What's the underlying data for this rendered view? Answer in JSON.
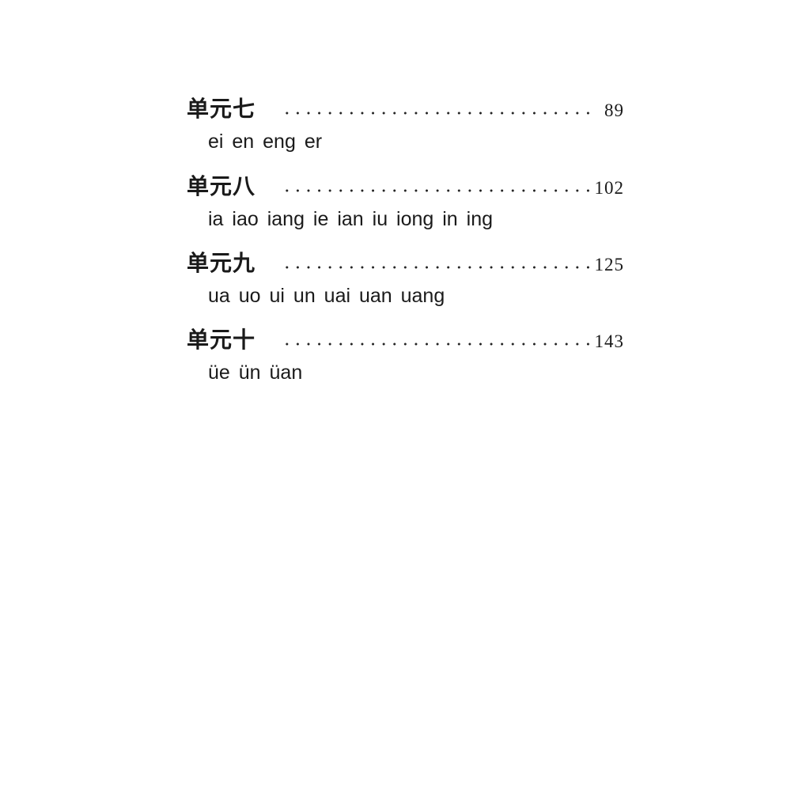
{
  "toc": [
    {
      "title": "单元七",
      "page": "89",
      "sounds": "ei en eng er"
    },
    {
      "title": "单元八",
      "page": "102",
      "sounds": "ia iao iang ie ian iu iong in ing"
    },
    {
      "title": "单元九",
      "page": "125",
      "sounds": "ua uo ui un uai uan uang"
    },
    {
      "title": "单元十",
      "page": "143",
      "sounds": "üe ün üan"
    }
  ]
}
